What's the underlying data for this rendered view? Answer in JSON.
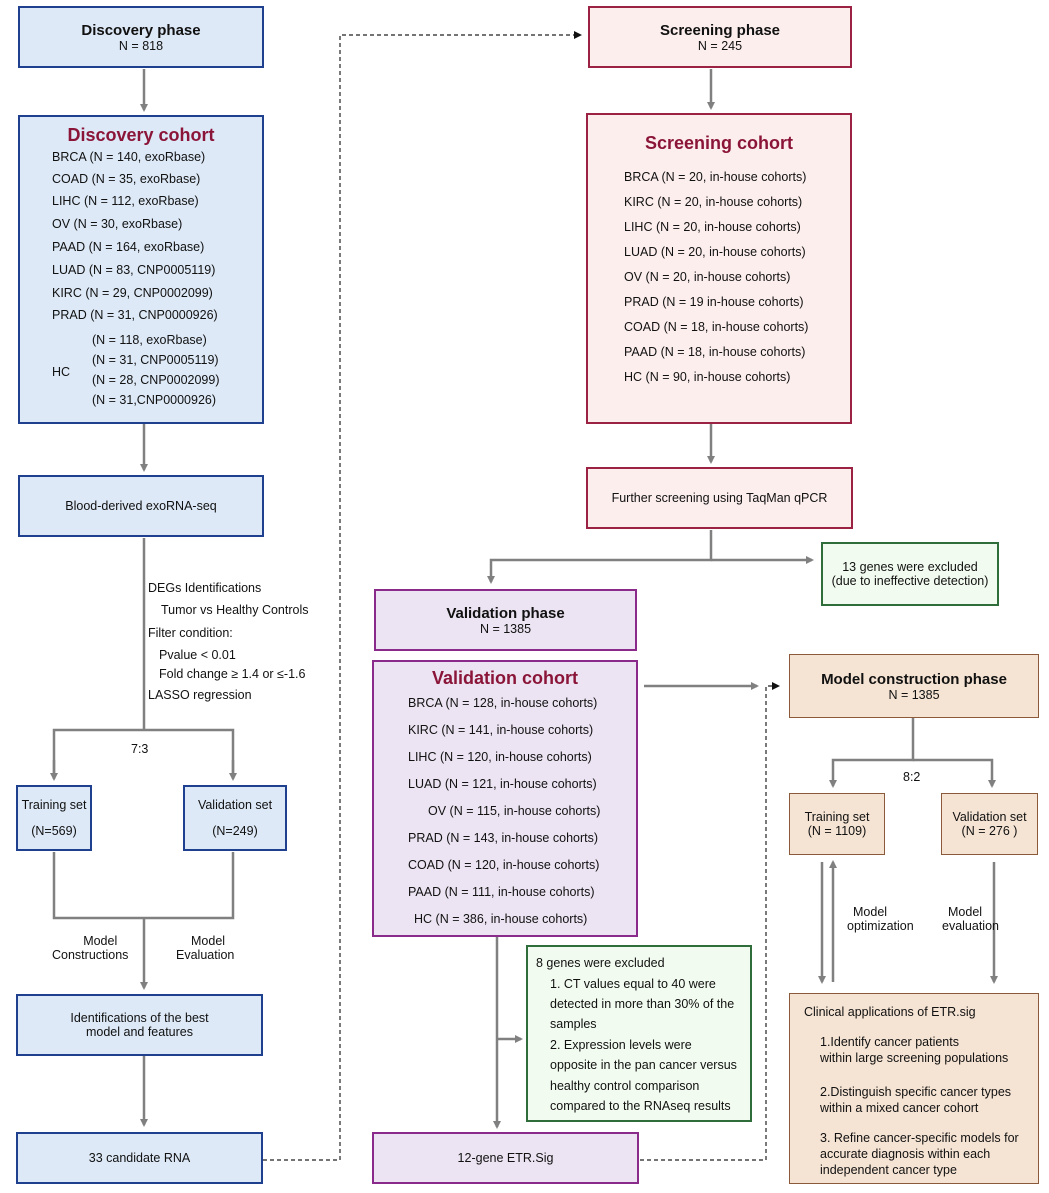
{
  "discovery_phase": {
    "title": "Discovery phase",
    "n": "N = 818"
  },
  "discovery_cohort": {
    "title": "Discovery cohort",
    "items": [
      "BRCA (N = 140, exoRbase)",
      "COAD (N = 35, exoRbase)",
      "LIHC (N = 112, exoRbase)",
      "OV  (N = 30, exoRbase)",
      "PAAD  (N = 164, exoRbase)",
      "LUAD  (N = 83, CNP0005119)",
      "KIRC  (N = 29, CNP0002099)",
      "PRAD  (N = 31, CNP0000926)"
    ],
    "hc_label": "HC",
    "hc_items": [
      "(N = 118, exoRbase)",
      "(N = 31, CNP0005119)",
      "(N = 28, CNP0002099)",
      "(N = 31,CNP0000926)"
    ]
  },
  "exorna_box": "Blood-derived exoRNA-seq",
  "deg_text": {
    "line1": "DEGs Identifications",
    "line2": "Tumor vs Healthy Controls",
    "line3": "Filter condition:",
    "line4": "Pvalue < 0.01",
    "line5": "Fold change ≥ 1.4 or ≤-1.6",
    "line6": "LASSO  regression"
  },
  "split_left": "7:3",
  "training_left": {
    "title": "Training set",
    "n": "(N=569)"
  },
  "validation_left": {
    "title": "Validation set",
    "n": "(N=249)"
  },
  "model_constructions": {
    "l1": "Model",
    "l2": "Constructions"
  },
  "model_evaluation_left": {
    "l1": "Model",
    "l2": "Evaluation"
  },
  "best_model": {
    "l1": "Identifications of the best",
    "l2": "model and features"
  },
  "candidate_rna": "33 candidate RNA",
  "screening_phase": {
    "title": "Screening phase",
    "n": "N = 245"
  },
  "screening_cohort": {
    "title": "Screening cohort",
    "items": [
      "BRCA (N = 20, in-house cohorts)",
      "KIRC (N = 20, in-house cohorts)",
      "LIHC (N = 20, in-house cohorts)",
      "LUAD (N = 20, in-house cohorts)",
      "OV (N = 20, in-house cohorts)",
      "PRAD (N = 19 in-house cohorts)",
      "COAD (N = 18, in-house cohorts)",
      "PAAD (N = 18, in-house cohorts)",
      "HC (N = 90, in-house cohorts)"
    ]
  },
  "taqman_box": "Further screening using TaqMan qPCR",
  "excluded13": {
    "l1": "13 genes were excluded",
    "l2": "(due to ineffective detection)"
  },
  "validation_phase": {
    "title": "Validation phase",
    "n": "N = 1385"
  },
  "validation_cohort": {
    "title": "Validation cohort",
    "items": [
      "BRCA (N = 128, in-house cohorts)",
      "KIRC (N = 141, in-house cohorts)",
      "LIHC (N = 120, in-house cohorts)",
      "LUAD (N = 121, in-house cohorts)",
      "OV (N = 115, in-house cohorts)",
      "PRAD (N = 143, in-house cohorts)",
      "COAD (N = 120, in-house cohorts)",
      "PAAD (N = 111, in-house cohorts)",
      "HC (N = 386, in-house cohorts)"
    ]
  },
  "excluded8": {
    "l1": "8 genes were excluded",
    "l2": "1. CT values equal to 40 were",
    "l3": "detected in more than 30% of the",
    "l4": "samples",
    "l5": "2. Expression levels were",
    "l6": "opposite in the pan cancer versus",
    "l7": "healthy control comparison",
    "l8": "compared to the RNAseq results"
  },
  "etr_sig": "12-gene ETR.Sig",
  "model_phase": {
    "title": "Model construction phase",
    "n": "N = 1385"
  },
  "split_right": "8:2",
  "training_right": {
    "title": "Training set",
    "n": "(N = 1109)"
  },
  "validation_right": {
    "title": "Validation set",
    "n": "(N = 276 )"
  },
  "model_optimization": {
    "l1": "Model",
    "l2": "optimization"
  },
  "model_evaluation_right": {
    "l1": "Model",
    "l2": "evaluation"
  },
  "clinical": {
    "title": "Clinical applications of  ETR.sig",
    "a1": "1.Identify cancer patients",
    "a2": "within large screening populations",
    "b1": "2.Distinguish specific cancer types",
    "b2": "within a mixed cancer cohort",
    "c1": "3. Refine cancer-specific models for",
    "c2": "accurate diagnosis within each",
    "c3": "independent cancer type"
  },
  "colors": {
    "blue_fill": "#dde9f7",
    "blue_border": "#1f3f8f",
    "pink_fill": "#fdeeee",
    "pink_border": "#9c2244",
    "purple_fill": "#ece4f2",
    "purple_border": "#8a2a8a",
    "tan_fill": "#f5e3d3",
    "tan_border": "#8a5a3a",
    "green_fill": "#f2fbef",
    "green_border": "#2f6e3a",
    "arrow": "#808080",
    "cohort_title": "#8a1538"
  }
}
